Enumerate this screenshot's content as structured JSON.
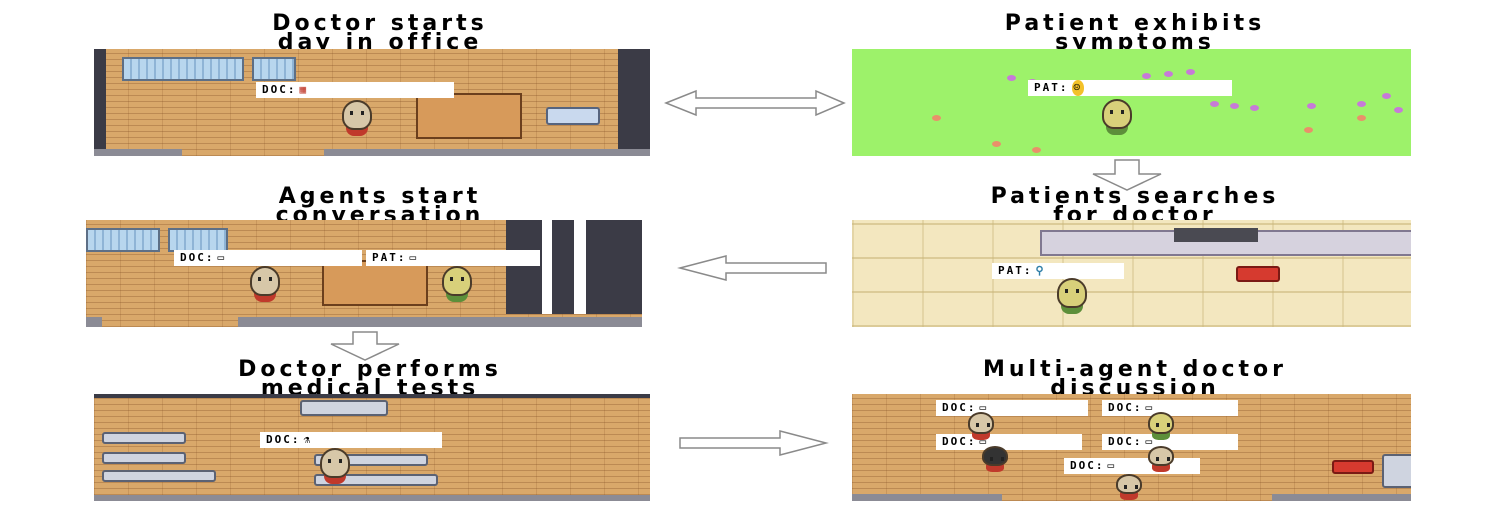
{
  "panels": [
    {
      "title_line1": "Doctor starts",
      "title_line2": "day in office",
      "labels": [
        {
          "text": "DOC:",
          "icon": "calendar-icon",
          "glyph": "▦"
        }
      ]
    },
    {
      "title_line1": "Patient exhibits",
      "title_line2": "symptoms",
      "labels": [
        {
          "text": "PAT:",
          "icon": "sick-face-icon",
          "glyph": "☹"
        }
      ]
    },
    {
      "title_line1": "Agents start",
      "title_line2": "conversation",
      "labels": [
        {
          "text": "DOC:",
          "icon": "speech-bubble-icon",
          "glyph": "▭"
        },
        {
          "text": "PAT:",
          "icon": "speech-bubble-icon",
          "glyph": "▭"
        }
      ]
    },
    {
      "title_line1": "Patients searches",
      "title_line2": "for doctor",
      "labels": [
        {
          "text": "PAT:",
          "icon": "search-icon",
          "glyph": "⚲"
        }
      ]
    },
    {
      "title_line1": "Doctor performs",
      "title_line2": "medical tests",
      "labels": [
        {
          "text": "DOC:",
          "icon": "microscope-icon",
          "glyph": "⚗"
        }
      ]
    },
    {
      "title_line1": "Multi-agent doctor",
      "title_line2": "discussion",
      "labels": [
        {
          "text": "DOC:",
          "icon": "speech-bubble-icon",
          "glyph": "▭"
        },
        {
          "text": "DOC:",
          "icon": "speech-bubble-icon",
          "glyph": "▭"
        },
        {
          "text": "DOC:",
          "icon": "speech-bubble-icon",
          "glyph": "▭"
        },
        {
          "text": "DOC:",
          "icon": "speech-bubble-icon",
          "glyph": "▭"
        },
        {
          "text": "DOC:",
          "icon": "speech-bubble-icon",
          "glyph": "▭"
        }
      ]
    }
  ],
  "arrows": [
    {
      "from": "Doctor starts day in office",
      "to": "Patient exhibits symptoms",
      "direction": "bidirectional"
    },
    {
      "from": "Patient exhibits symptoms",
      "to": "Patients searches for doctor",
      "direction": "down"
    },
    {
      "from": "Patients searches for doctor",
      "to": "Agents start conversation",
      "direction": "left"
    },
    {
      "from": "Agents start conversation",
      "to": "Doctor performs medical tests",
      "direction": "down"
    },
    {
      "from": "Doctor performs medical tests",
      "to": "Multi-agent doctor discussion",
      "direction": "right"
    }
  ],
  "colors": {
    "wood": "#d9a86a",
    "grass": "#9df26a",
    "tiles": "#f3e7bf",
    "arrow_stroke": "#8a8a8a"
  }
}
